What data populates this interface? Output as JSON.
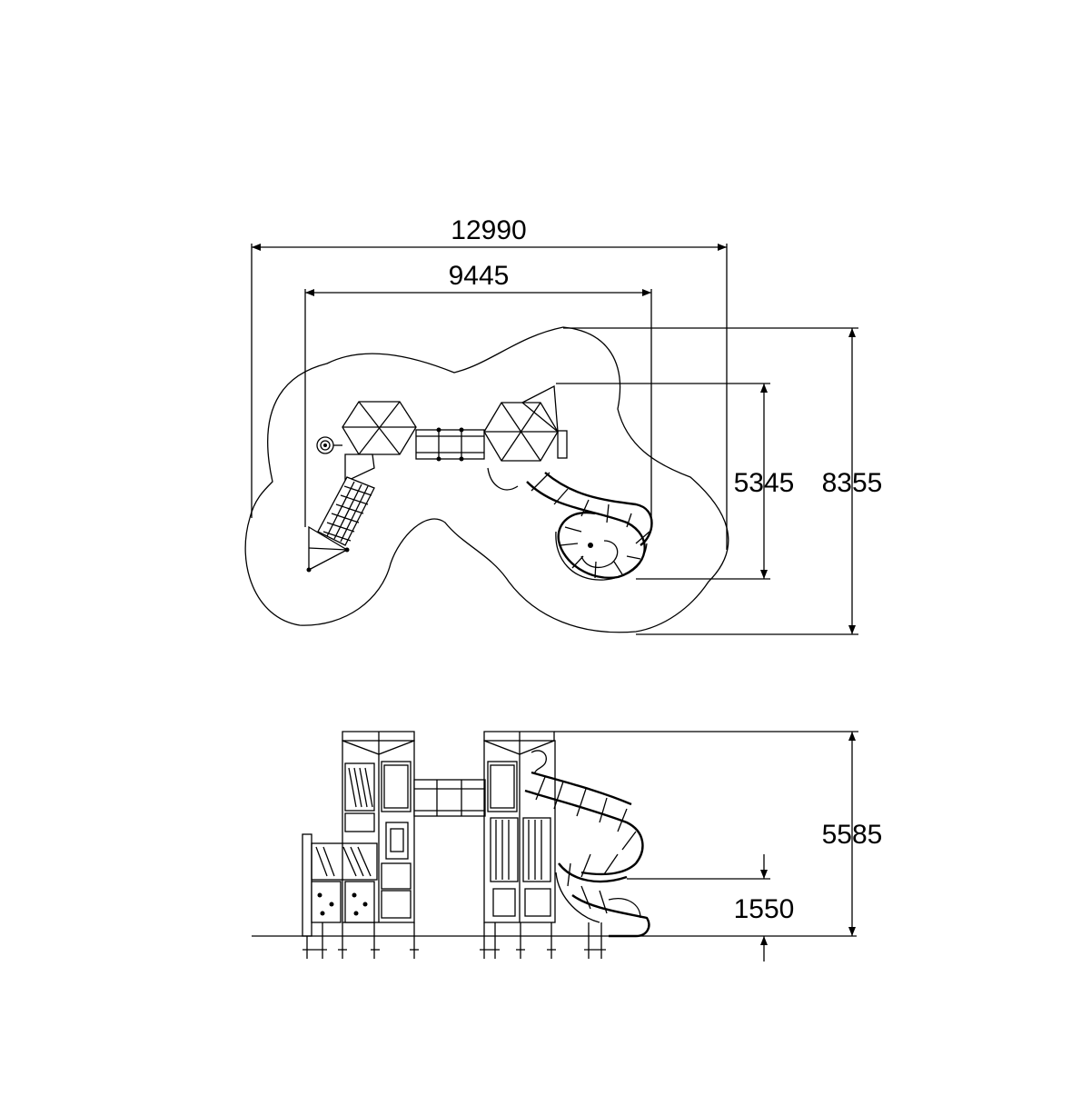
{
  "drawing": {
    "plan_view": {
      "overall_length": "12990",
      "structure_length": "9445",
      "structure_width": "5345",
      "overall_width": "8355"
    },
    "side_view": {
      "overall_height": "5585",
      "platform_height": "1550"
    }
  }
}
